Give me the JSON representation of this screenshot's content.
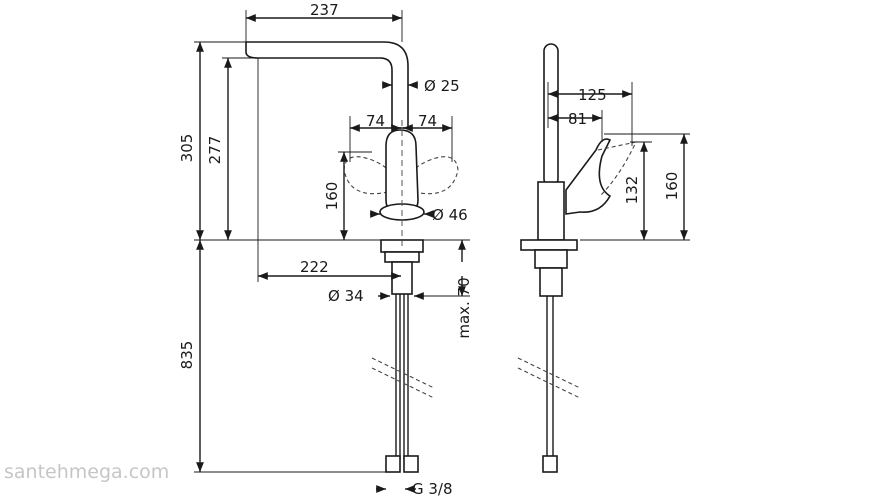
{
  "front_view": {
    "reach_total": "237",
    "spout_diameter": "Ø 25",
    "handle_left": "74",
    "handle_right": "74",
    "overall_height": "305",
    "spout_height": "277",
    "handle_height": "160",
    "body_diameter": "Ø 46",
    "reach_from_center": "222",
    "base_diameter": "Ø 34",
    "max_deck": "max. 70",
    "shank_length": "835",
    "connection": "G 3/8"
  },
  "side_view": {
    "lever_reach": "125",
    "lever_offset": "81",
    "lever_height": "132",
    "lever_total_height": "160"
  },
  "watermark": "santehmega.com"
}
